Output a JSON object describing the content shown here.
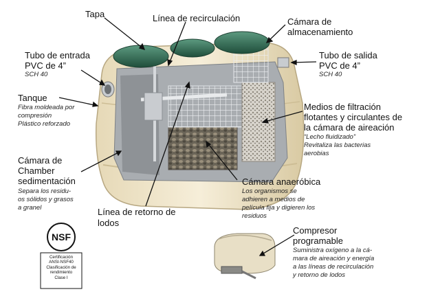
{
  "labels": {
    "tapa": "Tapa",
    "recirc": "Línea de recirculación",
    "almac_1": "Cámara de",
    "almac_2": "almacenamiento",
    "entrada_1": "Tubo de entrada",
    "entrada_2": "PVC de 4”",
    "entrada_sub": "SCH 40",
    "salida_1": "Tubo de salida",
    "salida_2": "PVC de 4”",
    "salida_sub": "SCH 40",
    "tanque": "Tanque",
    "tanque_sub_1": "Fibra moldeada por",
    "tanque_sub_2": "compresión",
    "tanque_sub_3": "Plástico reforzado",
    "medios_1": "Medios de filtración",
    "medios_2": "flotantes y circulantes de",
    "medios_3": "la cámara de aireación",
    "medios_sub_1": "“Lecho fluidizado”",
    "medios_sub_2": "Revitaliza las bacterias",
    "medios_sub_3": "aerobias",
    "sed_1": "Cámara de",
    "sed_2": "Chamber",
    "sed_3": "sedimentación",
    "sed_sub_1": "Separa los residu-",
    "sed_sub_2": "os sólidos y grasos",
    "sed_sub_3": "a granel",
    "anaer": "Cámara anaeróbica",
    "anaer_sub_1": "Los organismos se",
    "anaer_sub_2": "adhieren a medios de",
    "anaer_sub_3": "película fija y digieren los",
    "anaer_sub_4": "residuos",
    "retorno_1": "Línea de retorno de",
    "retorno_2": "lodos",
    "comp_1": "Compresor",
    "comp_2": "programable",
    "comp_sub_1": "Suministra oxígeno a la cá-",
    "comp_sub_2": "mara de aireación y energía",
    "comp_sub_3": "a las líneas de recirculación",
    "comp_sub_4": "y retorno de lodos"
  },
  "nsf": {
    "logo": "NSF",
    "cap_1": "Certificación",
    "cap_2": "ANSI-NSF40",
    "cap_3": "Clasificación de",
    "cap_4": "rendimiento",
    "cap_5": "Clase I"
  },
  "colors": {
    "tank_body": "#efe4c8",
    "tank_inner": "#b9bcbe",
    "lid": "#2f6b52",
    "leader": "#111111"
  }
}
